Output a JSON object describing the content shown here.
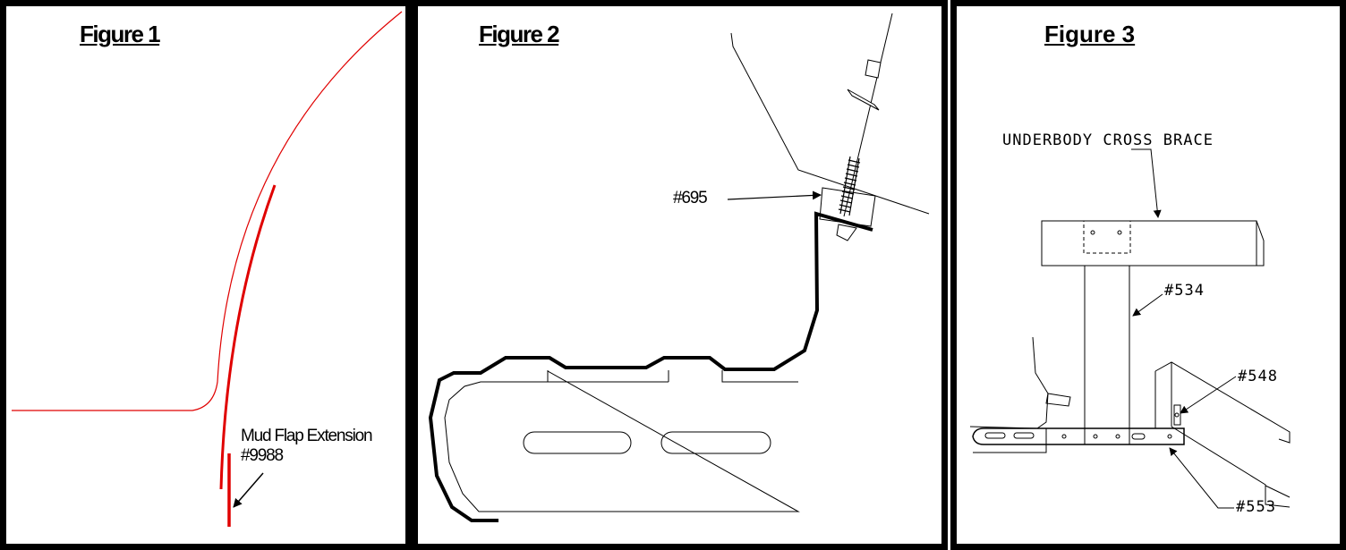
{
  "figure1": {
    "title": "Figure 1",
    "label_line1": "Mud Flap Extension",
    "label_line2": "#9988",
    "accent_color": "#e00000"
  },
  "figure2": {
    "title": "Figure 2",
    "label": "#695"
  },
  "figure3": {
    "title": "Figure 3",
    "brace_label": "UNDERBODY CROSS BRACE",
    "label_534": "#534",
    "label_548": "#548",
    "label_553": "#553"
  }
}
